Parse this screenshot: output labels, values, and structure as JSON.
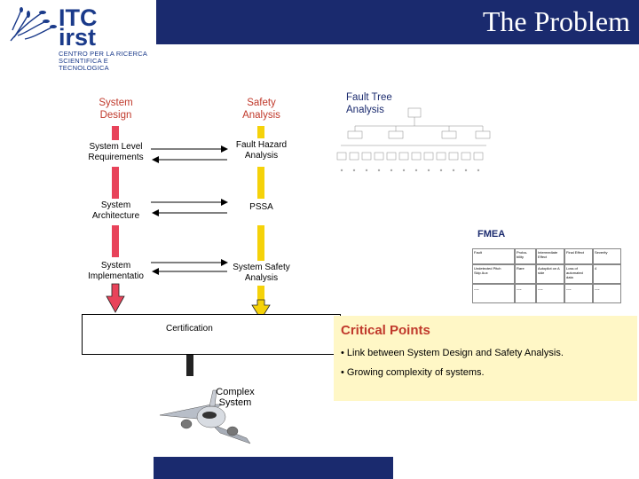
{
  "header": {
    "title": "The Problem"
  },
  "logo": {
    "big1": "ITC",
    "big2": "irst",
    "small1": "CENTRO PER LA RICERCA",
    "small2": "SCIENTIFICA E TECNOLOGICA"
  },
  "columns": {
    "left": "System\nDesign",
    "right": "Safety\nAnalysis"
  },
  "rows": [
    {
      "left": "System Level\nRequirements",
      "right": "Fault Hazard\nAnalysis"
    },
    {
      "left": "System\nArchitecture",
      "right": "PSSA"
    },
    {
      "left": "System\nImplementatio",
      "right": "System Safety\nAnalysis"
    }
  ],
  "fta": {
    "title": "Fault Tree\nAnalysis"
  },
  "fmea": {
    "title": "FMEA",
    "headers": [
      "Fault",
      "Proba-\nbility",
      "Intermediate\nEffect",
      "Final Effect",
      "Severity"
    ],
    "row1": [
      "Undetected Pitch\nSkip Aux",
      "Rare",
      "Autopilot on A\nside",
      "Loss of\nautomated\ndata",
      "4"
    ],
    "row2": [
      "...",
      "...",
      "...",
      "...",
      "..."
    ]
  },
  "certification": "Certification",
  "complex_system": "Complex\nSystem",
  "critical": {
    "title": "Critical Points",
    "items": [
      "• Link between System Design and Safety Analysis.",
      "• Growing complexity of systems."
    ]
  },
  "colors": {
    "navy": "#1a2a6e",
    "red": "#e8435a",
    "yellow": "#f5d20a",
    "critical_bg": "#fff7c6",
    "critical_title": "#c0392b"
  }
}
